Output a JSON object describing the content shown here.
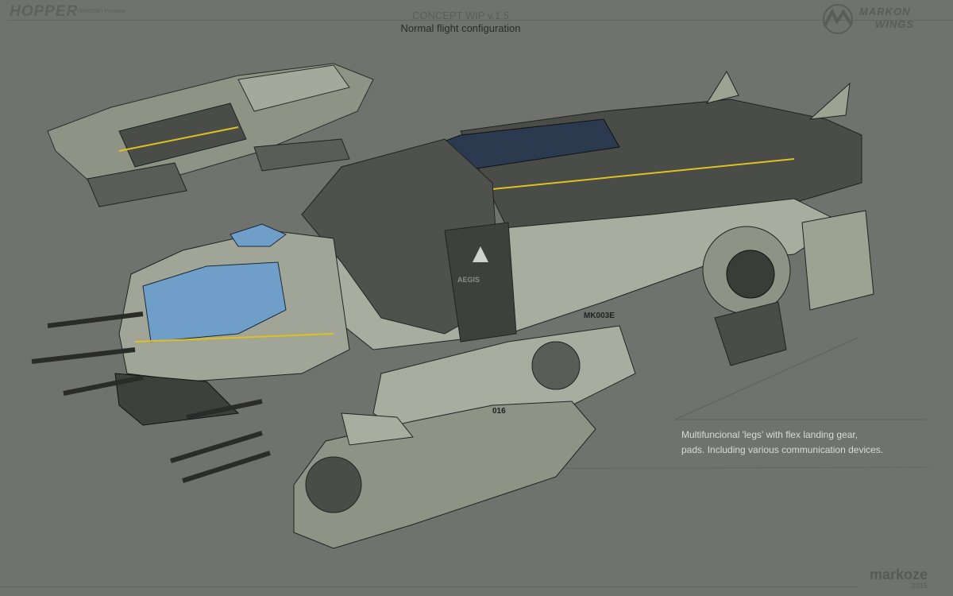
{
  "header": {
    "title": "HOPPER",
    "subtitle": "(MK003E) Pinnacle",
    "version": "CONCEPT WIP v.1.5",
    "configuration": "Normal flight configuration"
  },
  "logo": {
    "line1": "MARKON",
    "line2": "WINGS"
  },
  "annotation": {
    "line1": "Multifuncional 'legs' with flex landing gear,",
    "line2": "pads. Including various communication devices."
  },
  "signature": {
    "name": "markoze",
    "year": "'2015"
  },
  "decals": {
    "hull_code": "MK003E",
    "leg_code": "016",
    "emblem": "AEGIS"
  },
  "colors": {
    "background": "#70726d",
    "hull_dark": "#4a4c48",
    "hull_light": "#a9ada0",
    "glass": "#6f9fc9",
    "accent": "#e0c020"
  }
}
